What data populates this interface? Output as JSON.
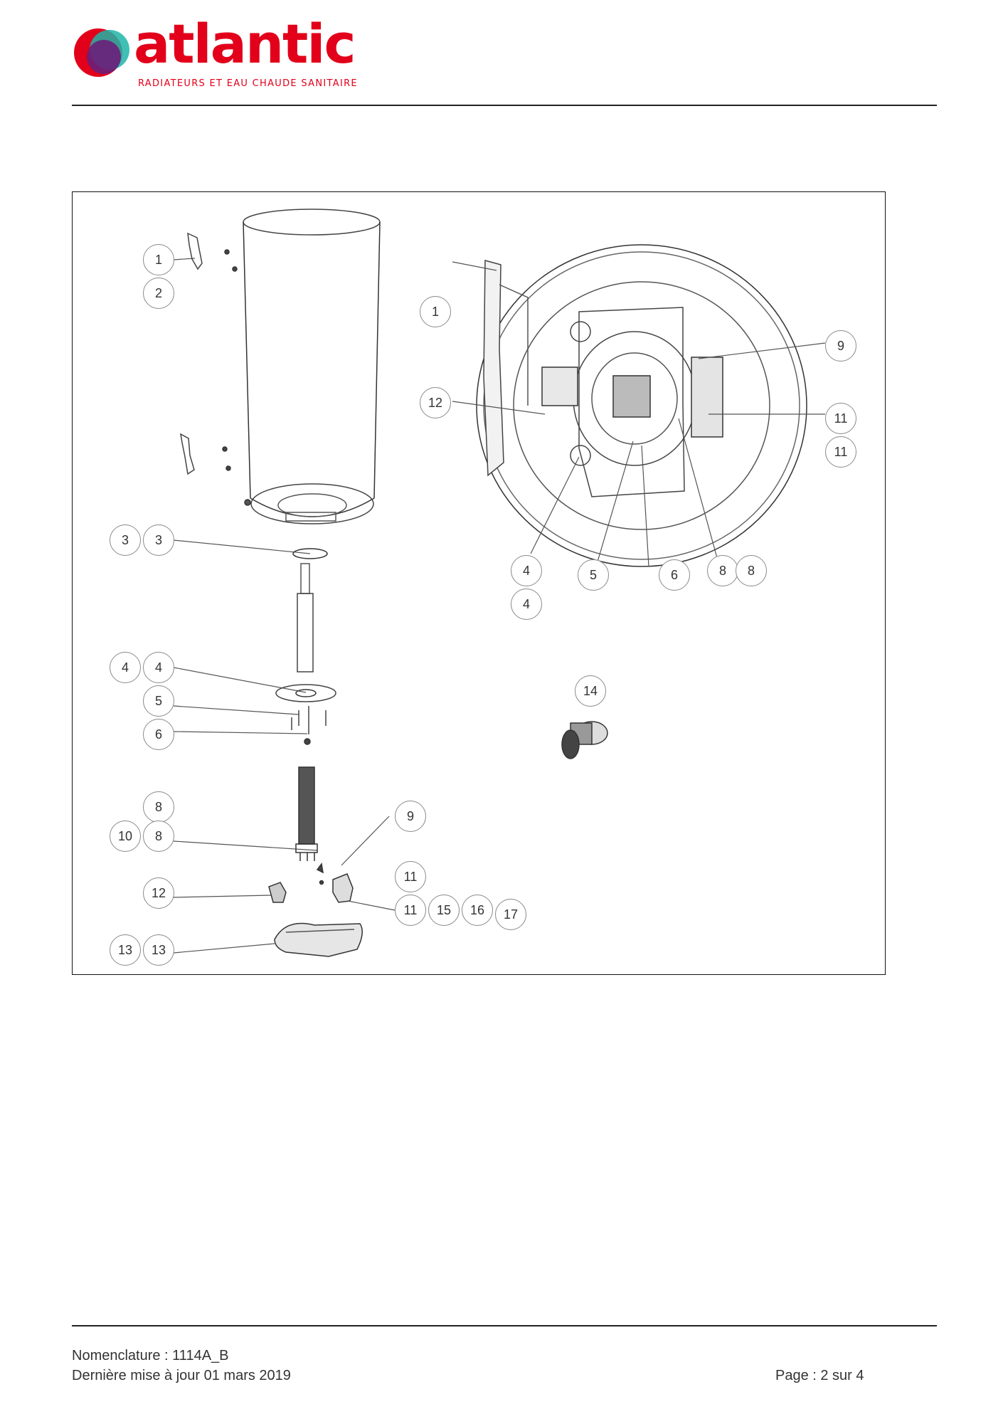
{
  "header": {
    "brand": "atlantic",
    "tagline": "RADIATEURS ET EAU CHAUDE SANITAIRE",
    "brand_color": "#e2001a"
  },
  "figure": {
    "callouts": [
      "1",
      "2",
      "3",
      "3",
      "4",
      "4",
      "5",
      "6",
      "8",
      "10",
      "8",
      "9",
      "11",
      "12",
      "11",
      "15",
      "16",
      "17",
      "13",
      "13",
      "1",
      "12",
      "9",
      "11",
      "11",
      "4",
      "5",
      "6",
      "8",
      "8",
      "4",
      "14"
    ]
  },
  "footer": {
    "nomenclature": "Nomenclature : 1114A_B",
    "update": "Dernière mise à jour 01 mars 2019",
    "page": "Page : 2 sur 4"
  }
}
